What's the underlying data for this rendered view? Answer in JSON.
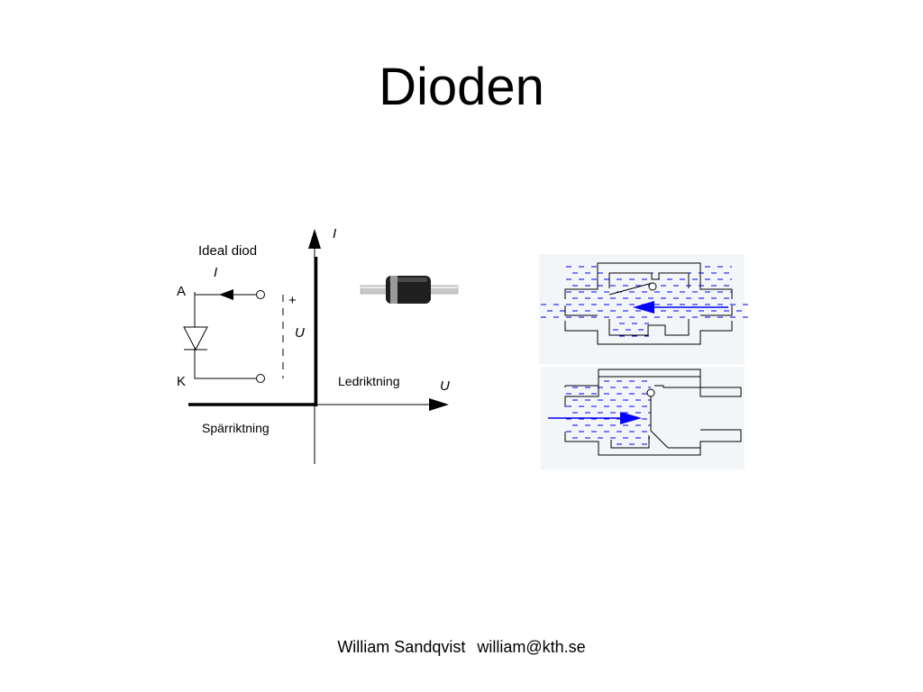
{
  "slide": {
    "title": "Dioden"
  },
  "circuit": {
    "heading": "Ideal diod",
    "current_label": "I",
    "anode_label": "A",
    "cathode_label": "K",
    "plus_label": "+",
    "voltage_label": "U"
  },
  "iv_graph": {
    "y_axis_label": "I",
    "x_axis_label": "U",
    "forward_label": "Ledriktning",
    "reverse_label": "Spärriktning"
  },
  "colors": {
    "water": "#0000ee",
    "arrow": "#0000ff",
    "diagram_bg": "#f3f6f9",
    "line": "#000000"
  },
  "footer": {
    "author": "William Sandqvist",
    "email": "william@kth.se"
  }
}
